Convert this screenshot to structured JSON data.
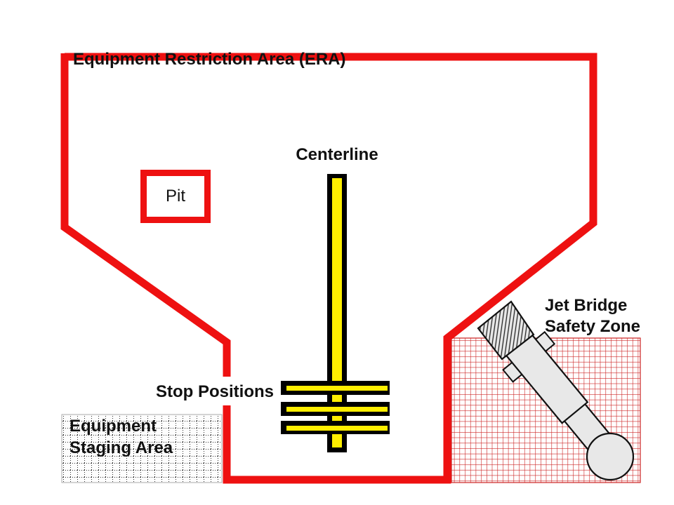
{
  "diagram": {
    "type": "airport-gate-layout",
    "labels": {
      "era": "Equipment Restriction Area (ERA)",
      "pit": "Pit",
      "centerline": "Centerline",
      "stop_positions": "Stop Positions",
      "jet_bridge_line1": "Jet Bridge",
      "jet_bridge_line2": "Safety Zone",
      "staging_line1": "Equipment",
      "staging_line2": "Staging Area"
    },
    "zones": [
      {
        "name": "Equipment Restriction Area (ERA)",
        "style": "thick red boundary polygon"
      },
      {
        "name": "Pit",
        "style": "small red-bordered rectangle"
      },
      {
        "name": "Centerline",
        "style": "vertical yellow stripe with black border"
      },
      {
        "name": "Stop Positions",
        "style": "three horizontal yellow/black bars crossing centerline"
      },
      {
        "name": "Jet Bridge Safety Zone",
        "style": "red crosshatch grid with jet bridge drawing"
      },
      {
        "name": "Equipment Staging Area",
        "style": "dotted black grid rectangle"
      }
    ],
    "colors": {
      "boundary_red": "#ee1111",
      "grid_red": "#cc2222",
      "marking_yellow": "#ffee00",
      "marking_black": "#000000",
      "bridge_gray": "#e8e8e8",
      "text": "#111111"
    }
  }
}
